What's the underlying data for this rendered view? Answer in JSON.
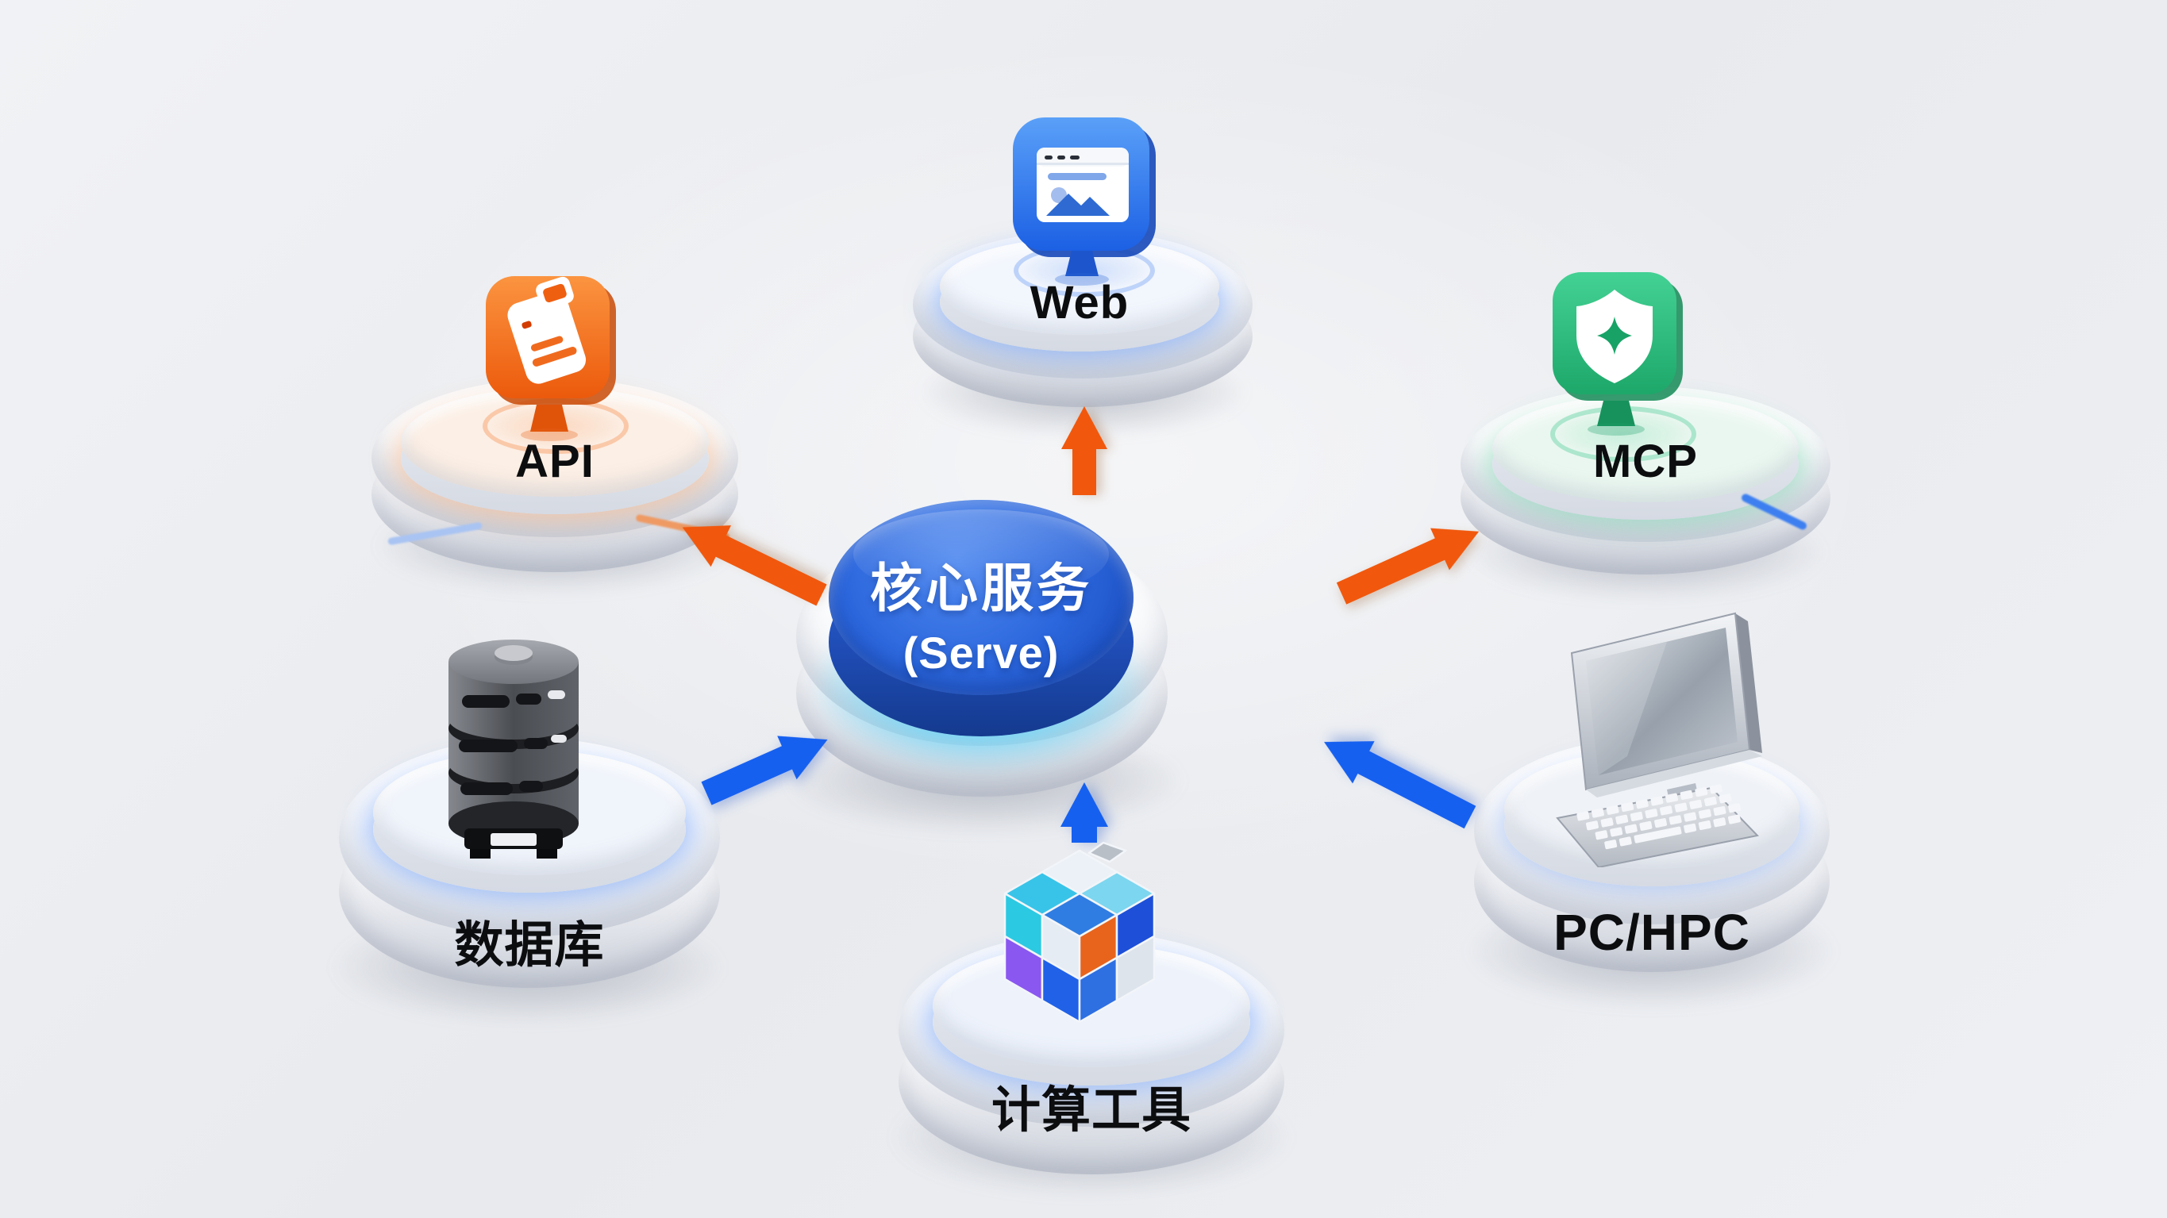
{
  "background_color": "#e9ebef",
  "center": {
    "title": "核心服务",
    "subtitle": "(Serve)",
    "disc_color": "#2b63d8",
    "glow_color": "#56d2ff"
  },
  "nodes": {
    "web": {
      "label": "Web",
      "icon": "browser-window-icon",
      "accent": "#2b6de8"
    },
    "api": {
      "label": "API",
      "icon": "api-card-icon",
      "accent": "#f2691c"
    },
    "mcp": {
      "label": "MCP",
      "icon": "shield-sparkle-icon",
      "accent": "#23b173"
    },
    "database": {
      "label": "数据库",
      "icon": "database-server-icon",
      "accent": "#46494f"
    },
    "compute": {
      "label": "计算工具",
      "icon": "cube-blocks-icon",
      "accent": "#2e6fe0"
    },
    "pc": {
      "label": "PC/HPC",
      "icon": "desktop-computer-icon",
      "accent": "#aeb4bf"
    }
  },
  "connections": [
    {
      "from": "serve",
      "to": "web",
      "color": "#f1580d",
      "direction": "outbound"
    },
    {
      "from": "serve",
      "to": "api",
      "color": "#f1580d",
      "direction": "outbound"
    },
    {
      "from": "serve",
      "to": "mcp",
      "color": "#f1580d",
      "direction": "outbound"
    },
    {
      "from": "database",
      "to": "serve",
      "color": "#1660f0",
      "direction": "inbound"
    },
    {
      "from": "compute",
      "to": "serve",
      "color": "#1660f0",
      "direction": "inbound"
    },
    {
      "from": "pc",
      "to": "serve",
      "color": "#1660f0",
      "direction": "inbound"
    }
  ]
}
